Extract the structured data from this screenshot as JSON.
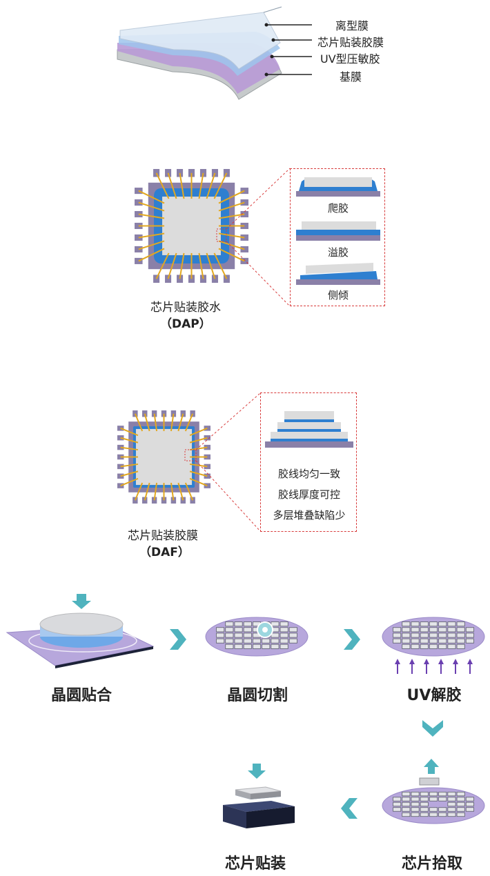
{
  "film_layers": {
    "labels": [
      "离型膜",
      "芯片贴装胶膜",
      "UV型压敏胶",
      "基膜"
    ]
  },
  "dap": {
    "caption_line1": "芯片贴装胶水",
    "caption_line2": "（DAP）",
    "callout_items": [
      "爬胶",
      "溢胶",
      "侧倾"
    ]
  },
  "daf": {
    "caption_line1": "芯片贴装胶膜",
    "caption_line2": "（DAF）",
    "callout_items": [
      "胶线均匀一致",
      "胶线厚度可控",
      "多层堆叠缺陷少"
    ]
  },
  "process": {
    "steps": [
      "晶圆贴合",
      "晶圆切割",
      "UV解胶",
      "芯片拾取",
      "芯片贴装"
    ]
  },
  "colors": {
    "accent_teal": "#4fb3be",
    "pad_purple": "#8a80a8",
    "glue_blue": "#2e7fd0",
    "wire_gold": "#e2a820",
    "callout_red": "#d83a3a",
    "uv_arrow": "#6a3fb0"
  }
}
